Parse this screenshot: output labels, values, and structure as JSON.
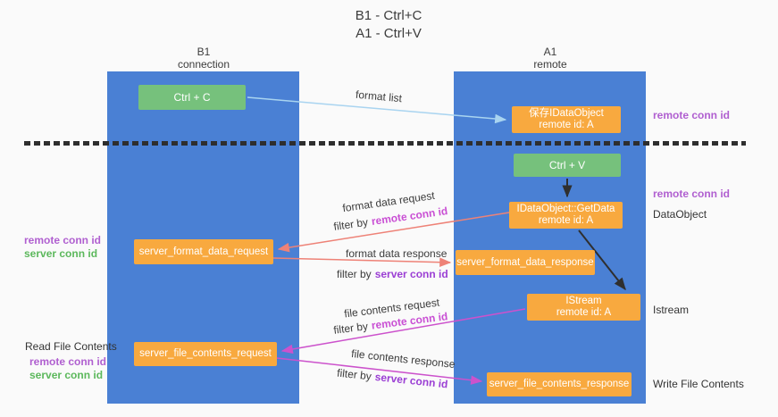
{
  "title": {
    "line1": "B1 - Ctrl+C",
    "line2": "A1 - Ctrl+V"
  },
  "lifelines": {
    "left": {
      "name": "B1",
      "role": "connection"
    },
    "right": {
      "name": "A1",
      "role": "remote"
    }
  },
  "boxes": {
    "ctrl_c": {
      "label": "Ctrl + C"
    },
    "save_idataobject": {
      "line1": "保存IDataObject",
      "line2": "remote id: A"
    },
    "ctrl_v": {
      "label": "Ctrl + V"
    },
    "idataobject_getdata": {
      "line1": "IDataObject::GetData",
      "line2": "remote id: A"
    },
    "server_format_data_request": {
      "label": "server_format_data_request"
    },
    "server_format_data_response": {
      "label": "server_format_data_response"
    },
    "istream": {
      "line1": "IStream",
      "line2": "remote id: A"
    },
    "server_file_contents_request": {
      "label": "server_file_contents_request"
    },
    "server_file_contents_response": {
      "label": "server_file_contents_response"
    }
  },
  "flows": {
    "format_list": {
      "label": "format list"
    },
    "format_data_request": {
      "label": "format data request",
      "filter": "filter by",
      "key": "remote conn id"
    },
    "format_data_response": {
      "label": "format data response",
      "filter": "filter by",
      "key": "server conn id"
    },
    "file_contents_request": {
      "label": "file contents request",
      "filter": "filter by",
      "key": "remote conn id"
    },
    "file_contents_response": {
      "label": "file contents response",
      "filter": "filter by",
      "key": "server conn id"
    }
  },
  "annotations": {
    "right_remote_conn_top": "remote conn id",
    "right_remote_conn_mid": "remote conn id",
    "dataobject": "DataObject",
    "istream": "Istream",
    "write_file_contents": "Write File Contents",
    "left_remote_conn_top": "remote conn id",
    "left_server_conn_top": "server conn id",
    "read_file_contents": "Read File Contents",
    "left_remote_conn_bottom": "remote conn id",
    "left_server_conn_bottom": "server conn id"
  },
  "colors": {
    "lifeline_blue": "#4a80d4",
    "box_green": "#76c17c",
    "box_orange": "#f8a93f",
    "purple_label": "#b05fd0",
    "green_label": "#5cb85c",
    "remote_key_magenta": "#c94fd4",
    "server_key_purple": "#9b3fd4",
    "arrow_salmon": "#ee8277",
    "arrow_magenta": "#cc52cc",
    "arrow_light_blue": "#a9d4f0",
    "arrow_black": "#2f2f2f"
  }
}
